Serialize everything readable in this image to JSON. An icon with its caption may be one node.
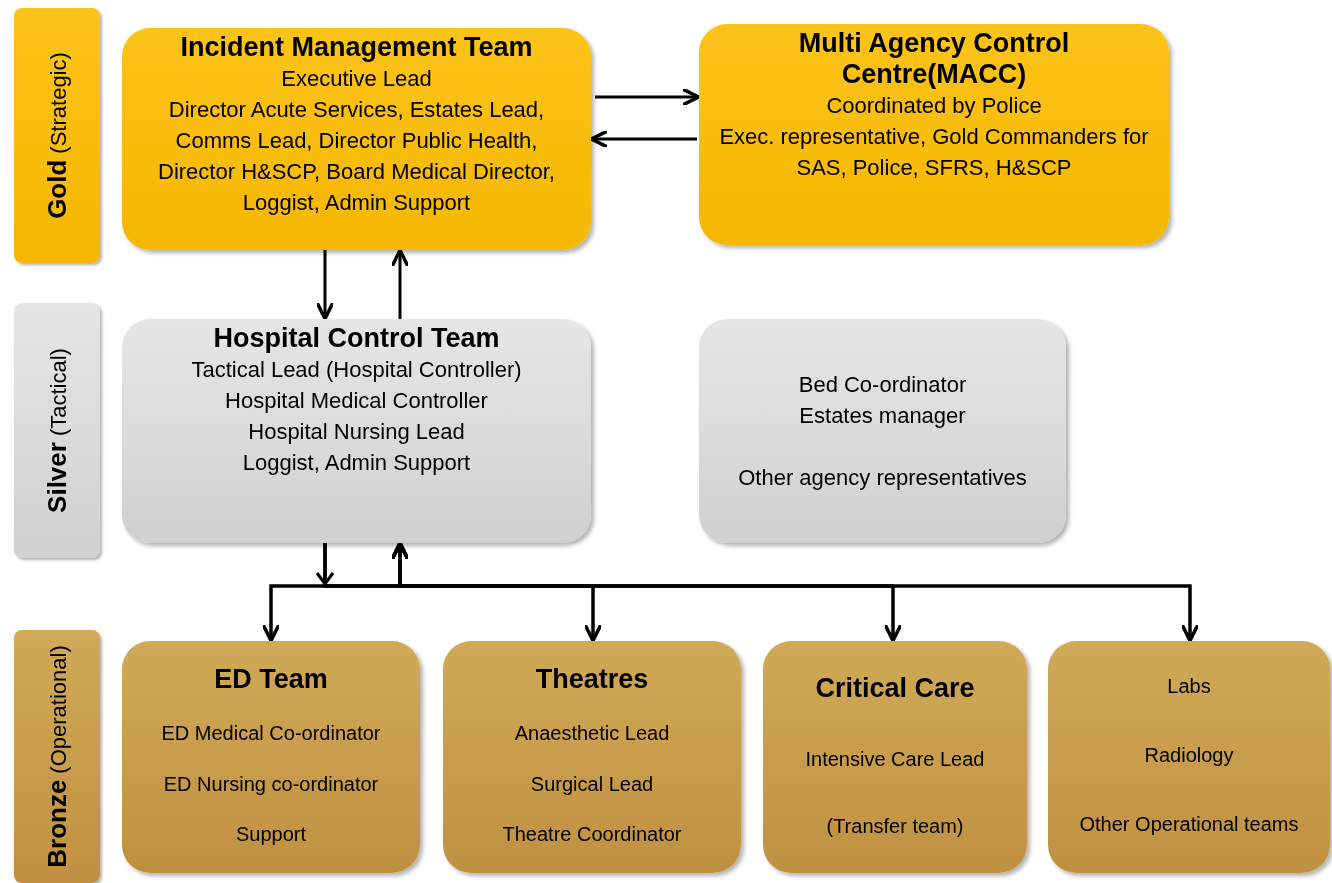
{
  "diagram": {
    "nodes": [
      {
        "text": [
          "Gold",
          "(Strategic)"
        ]
      },
      {
        "text": [
          "Incident Management Team",
          "Executive Lead",
          "Director Acute Services, Estates Lead, Comms Lead, Director Public Health, Director H&SCP, Board Medical Director, Loggist, Admin Support"
        ]
      },
      {
        "text": [
          "Multi Agency Control Centre(MACC)",
          "Coordinated by Police",
          "Exec. representative, Gold Commanders for SAS, Police, SFRS, H&SCP"
        ]
      },
      {
        "text": [
          "Silver",
          "(Tactical)"
        ]
      },
      {
        "text": [
          "Hospital Control Team",
          "Tactical Lead (Hospital Controller)",
          "Hospital Medical Controller",
          "Hospital Nursing Lead",
          "Loggist, Admin Support"
        ]
      },
      {
        "text": [
          "Bed Co-ordinator",
          "Estates manager",
          "Other agency representatives"
        ]
      },
      {
        "text": [
          "Bronze",
          "(Operational)"
        ]
      },
      {
        "text": [
          "ED Team",
          "ED Medical Co-ordinator",
          "ED Nursing co-ordinator",
          "Support"
        ]
      },
      {
        "text": [
          "Theatres",
          "Anaesthetic Lead",
          "Surgical Lead",
          "Theatre Coordinator"
        ]
      },
      {
        "text": [
          "Critical Care",
          "Intensive Care Lead",
          "(Transfer team)"
        ]
      },
      {
        "text": [
          "Labs",
          "Radiology",
          "Other Operational teams"
        ]
      }
    ],
    "edges": [
      {
        "from": 1,
        "to": 2,
        "arrow": "to"
      },
      {
        "from": 2,
        "to": 1,
        "arrow": "to"
      },
      {
        "from": 1,
        "to": 4,
        "arrow": "to"
      },
      {
        "from": 4,
        "to": 1,
        "arrow": "to"
      },
      {
        "from": 4,
        "to": 7,
        "arrow": "to"
      },
      {
        "from": 4,
        "to": 8,
        "arrow": "to"
      },
      {
        "from": 4,
        "to": 9,
        "arrow": "to"
      },
      {
        "from": 4,
        "to": 10,
        "arrow": "to"
      },
      {
        "from": 7,
        "to": 4,
        "arrow": "to"
      },
      {
        "from": 8,
        "to": 4,
        "arrow": "to"
      },
      {
        "from": 9,
        "to": 4,
        "arrow": "to"
      },
      {
        "from": 10,
        "to": 4,
        "arrow": "to"
      }
    ]
  }
}
